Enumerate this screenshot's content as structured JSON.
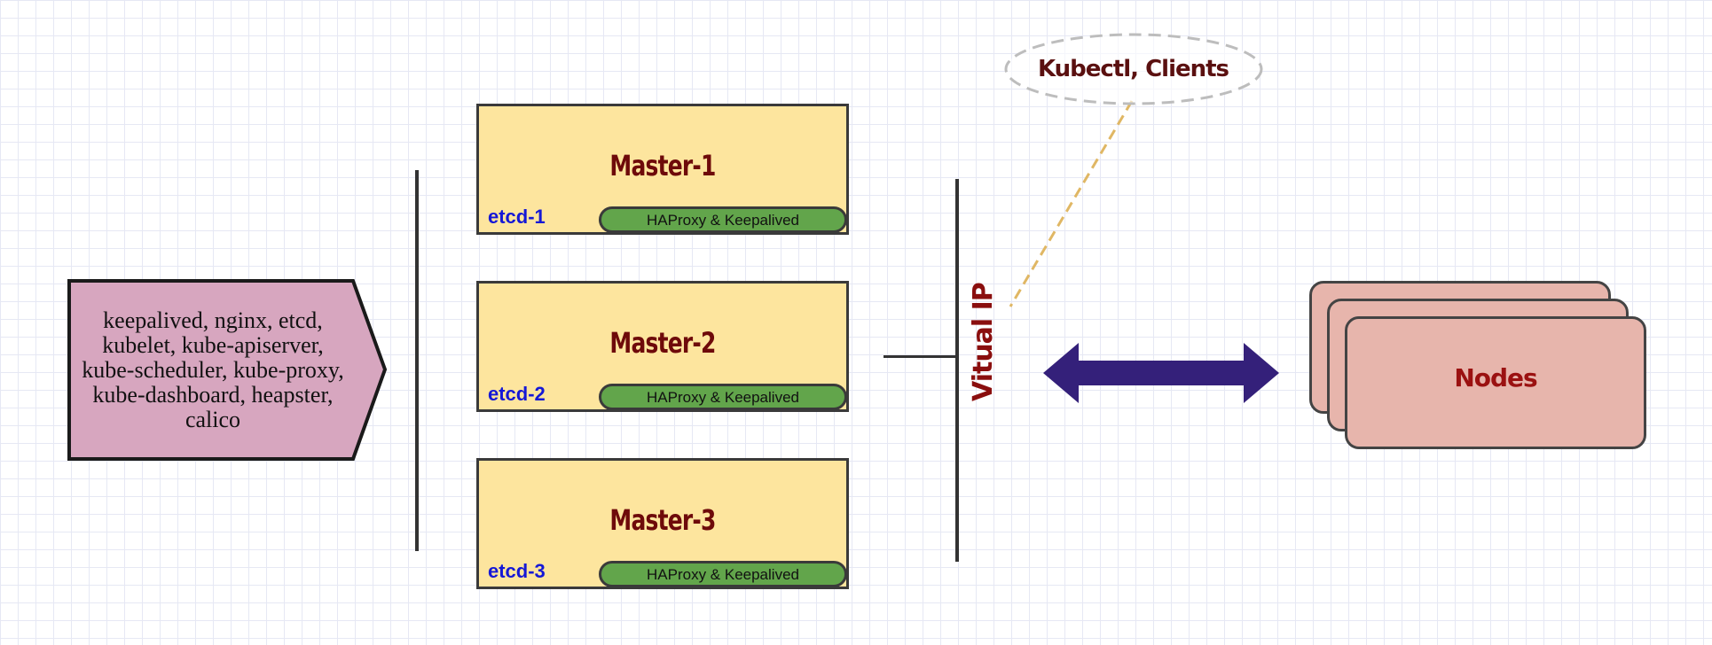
{
  "components": {
    "text": "keepalived, nginx, etcd, kubelet, kube-apiserver, kube-scheduler, kube-proxy, kube-dashboard, heapster, calico"
  },
  "masters": [
    {
      "title": "Master-1",
      "etcd": "etcd-1",
      "proxy": "HAProxy & Keepalived"
    },
    {
      "title": "Master-2",
      "etcd": "etcd-2",
      "proxy": "HAProxy & Keepalived"
    },
    {
      "title": "Master-3",
      "etcd": "etcd-3",
      "proxy": "HAProxy & Keepalived"
    }
  ],
  "vip": {
    "label": "Vitual IP"
  },
  "clients": {
    "label": "Kubectl, Clients"
  },
  "nodes": {
    "label": "Nodes"
  },
  "colors": {
    "components_fill": "#d7a6bf",
    "master_fill": "#fde59e",
    "proxy_fill": "#62a54b",
    "arrow_fill": "#34207a",
    "node_fill": "#e7b5ac",
    "clients_line": "#e0b764"
  }
}
